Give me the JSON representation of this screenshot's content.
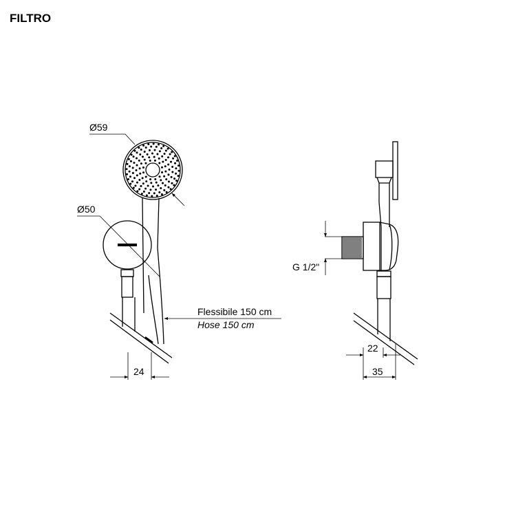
{
  "title": "FILTRO",
  "front_view": {
    "head_diameter": "Ø59",
    "holder_diameter": "Ø50",
    "width_dimension": "24",
    "hose_label_it": "Flessibile 150 cm",
    "hose_label_en": "Hose 150 cm"
  },
  "side_view": {
    "thread_label": "G 1/2\"",
    "inner_dimension": "22",
    "outer_dimension": "35"
  },
  "colors": {
    "line": "#000000",
    "background": "#ffffff"
  }
}
